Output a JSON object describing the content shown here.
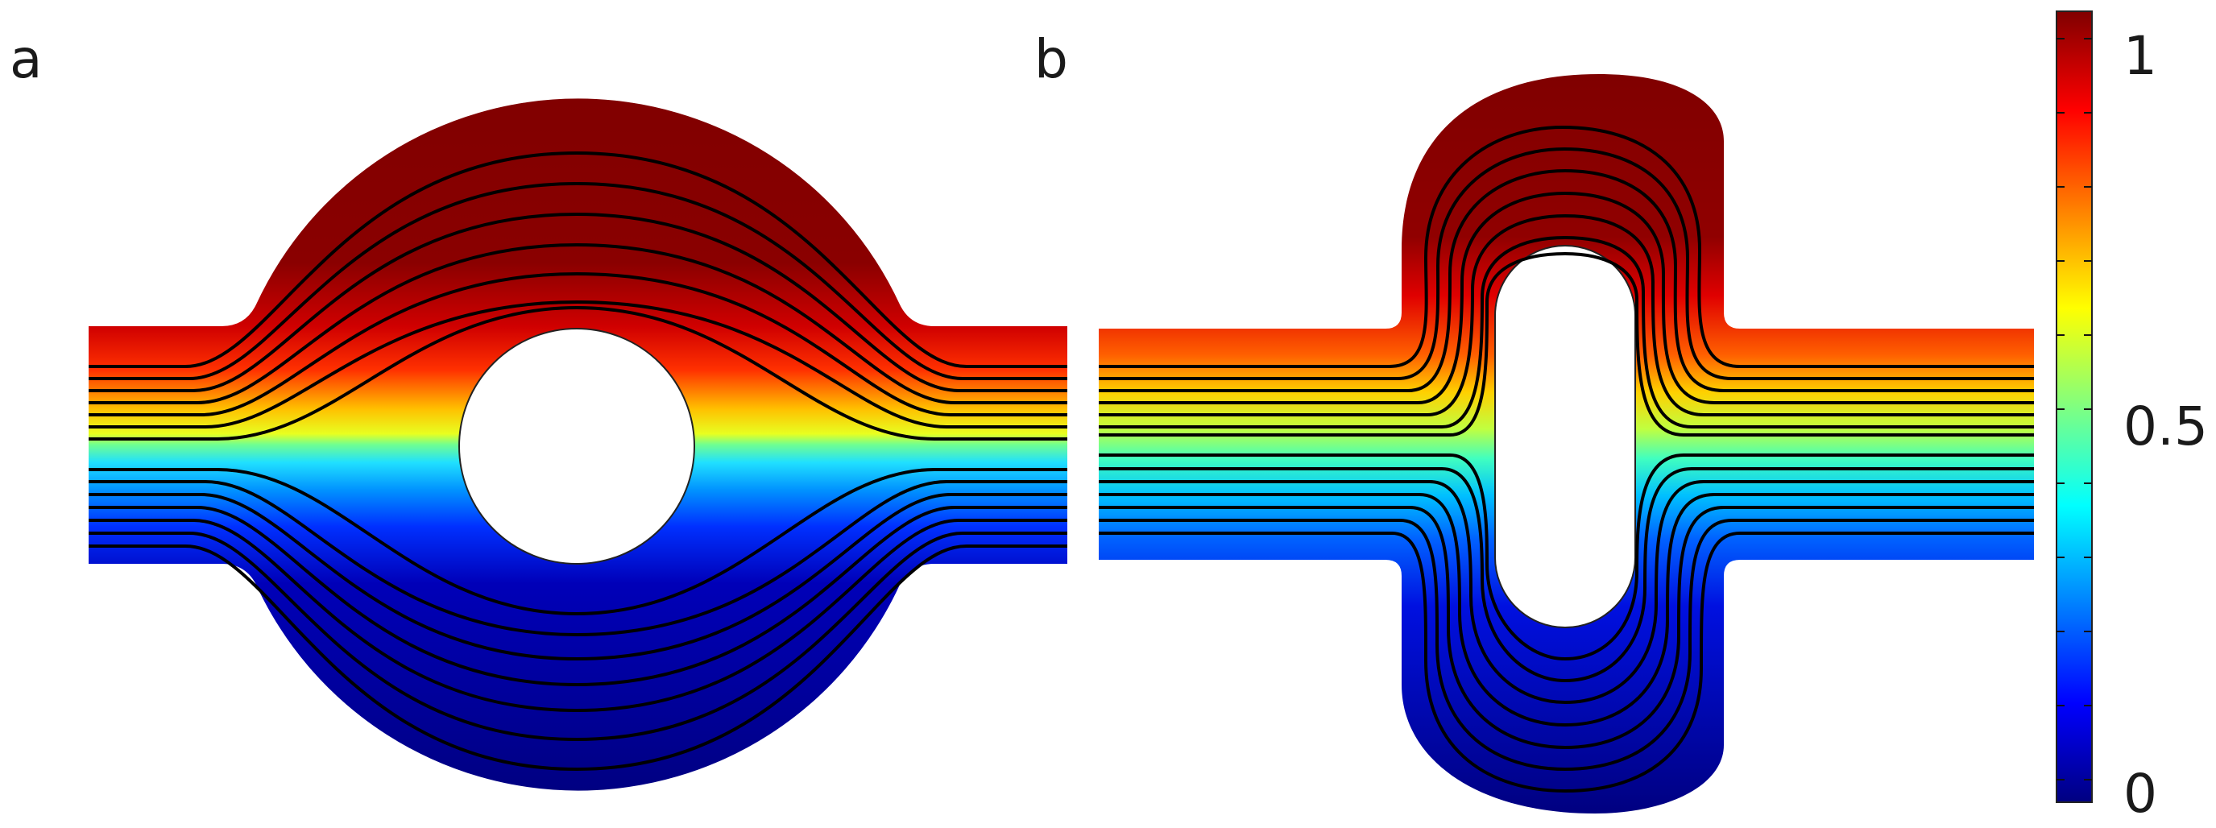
{
  "panels": [
    {
      "label": "a",
      "obstacle": "circle"
    },
    {
      "label": "b",
      "obstacle": "stadium"
    }
  ],
  "colorbar": {
    "colormap": "jet",
    "min": 0,
    "max": 1,
    "tick_labels": [
      "1",
      "0.5",
      "0"
    ]
  },
  "colors": {
    "streamline": "#000000",
    "obstacle": "#ffffff"
  }
}
